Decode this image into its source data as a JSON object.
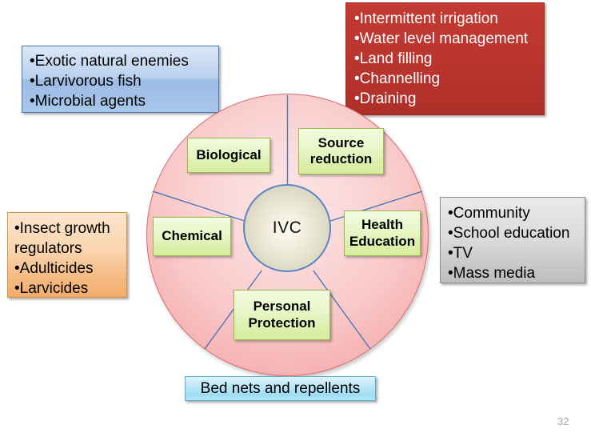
{
  "slide": {
    "page_number": "32",
    "accents": {
      "biological_box": "#a9c6ea",
      "source_reduction_box": "#bb352f",
      "chemical_box": "#f5bc85",
      "health_education_box": "#c9c9c9",
      "personal_protection_box": "#9fdcf2",
      "wheel_ring": "#f9c8c8",
      "spoke_label": "#ddf0ae",
      "hub": "#e4e1cd",
      "spoke_line": "#4a77b8"
    }
  },
  "wheel": {
    "hub_label": "IVC",
    "spokes": [
      {
        "id": "biological",
        "label": "Biological"
      },
      {
        "id": "source-reduction",
        "label": "Source\nreduction"
      },
      {
        "id": "health-education",
        "label": "Health\nEducation"
      },
      {
        "id": "personal-protection",
        "label": "Personal\nProtection"
      },
      {
        "id": "chemical",
        "label": "Chemical"
      }
    ]
  },
  "callouts": {
    "biological": {
      "bullets": [
        "Exotic natural enemies",
        "Larvivorous fish",
        "Microbial agents"
      ]
    },
    "source_reduction": {
      "bullets": [
        "Intermittent irrigation",
        "Water level management",
        "Land filling",
        "Channelling",
        "Draining"
      ]
    },
    "chemical": {
      "bullets": [
        "Insect growth regulators",
        "Adulticides",
        "Larvicides"
      ]
    },
    "health_education": {
      "bullets": [
        "Community",
        "School education",
        "TV",
        "Mass media"
      ]
    },
    "personal_protection": {
      "text": "Bed nets and repellents"
    }
  }
}
